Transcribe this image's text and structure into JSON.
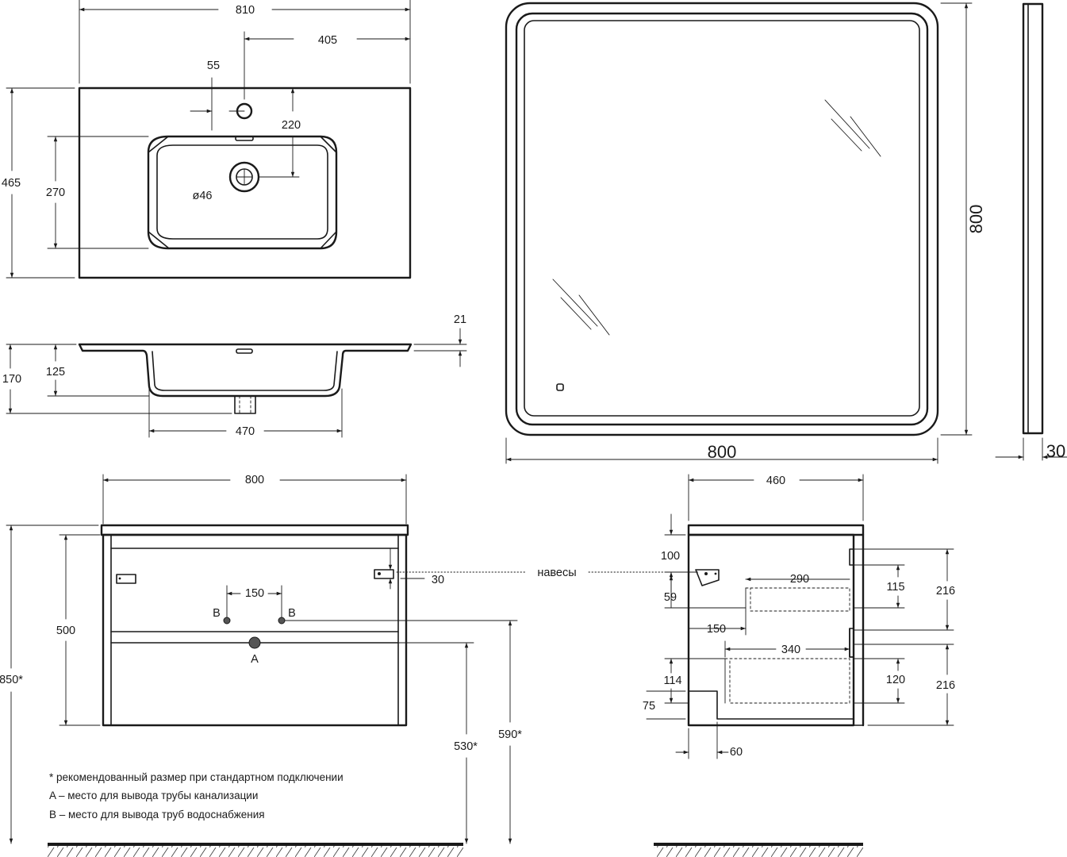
{
  "basin_top": {
    "width": "810",
    "half_width": "405",
    "depth": "465",
    "tap_offset": "55",
    "tap_to_drain": "220",
    "bowl_depth": "270",
    "drain_dia": "ø46"
  },
  "basin_side": {
    "slab": "21",
    "height": "170",
    "bowl": "125",
    "bowl_width": "470"
  },
  "mirror": {
    "width": "800",
    "height": "800",
    "thickness": "30"
  },
  "cabinet_front": {
    "width": "800",
    "height": "500",
    "total_height": "850*",
    "hanger_offset": "30",
    "pipes_spacing": "150",
    "label_b": "B",
    "label_a": "A",
    "height_530": "530*",
    "height_590": "590*"
  },
  "cabinet_side": {
    "depth": "460",
    "hangers": "навесы",
    "d100": "100",
    "d59": "59",
    "d290": "290",
    "d115": "115",
    "d216a": "216",
    "d150": "150",
    "d340": "340",
    "d120": "120",
    "d216b": "216",
    "d114": "114",
    "d75": "75",
    "d60": "60"
  },
  "notes": {
    "line1": "* рекомендованный размер при стандартном подключении",
    "line2": "A – место для вывода трубы канализации",
    "line3": "B – место для вывода труб водоснабжения"
  }
}
